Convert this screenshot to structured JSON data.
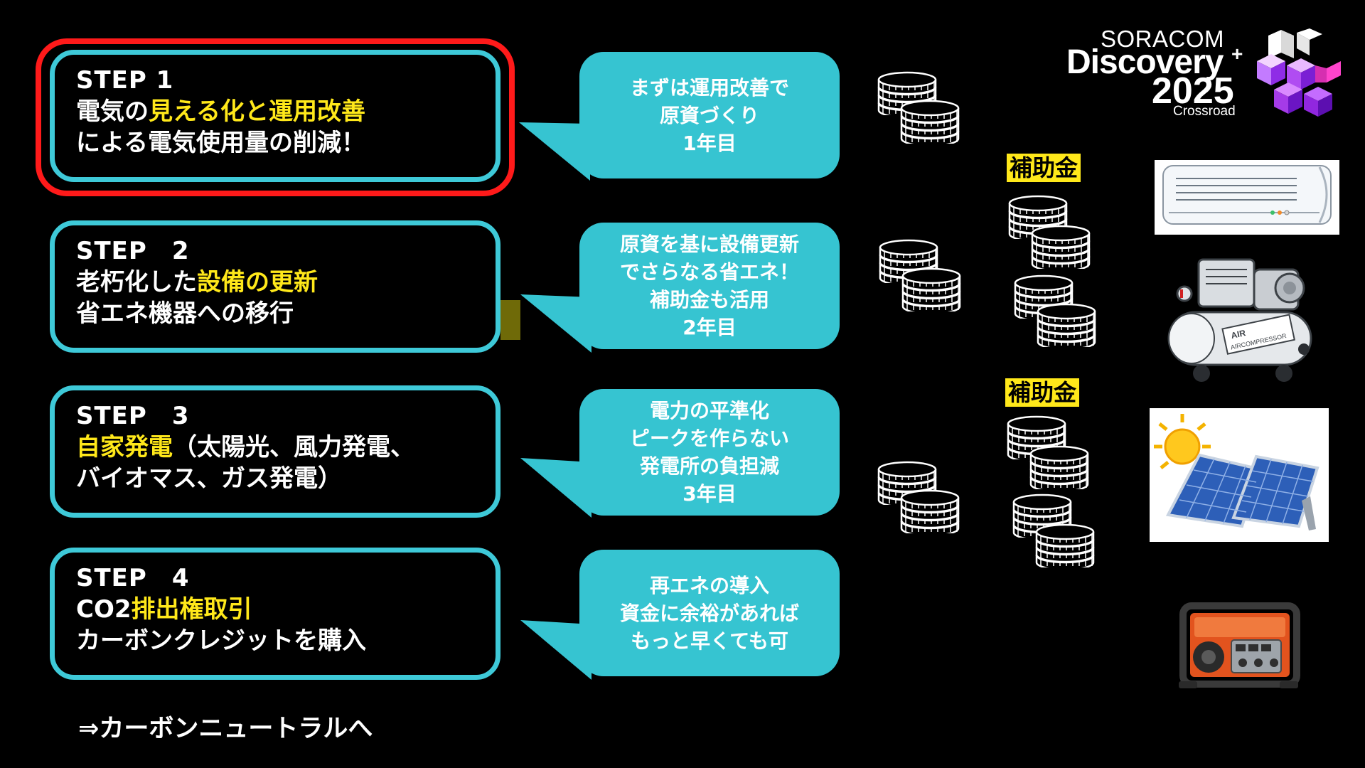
{
  "logo": {
    "brand": "SORACOM",
    "event": "Discovery",
    "plus": "+",
    "year": "2025",
    "theme": "Crossroad"
  },
  "steps": [
    {
      "title": "STEP 1",
      "line1": [
        {
          "text": "電気の",
          "highlight": false
        },
        {
          "text": "見える化と運用改善",
          "highlight": true
        }
      ],
      "line2": [
        {
          "text": "による電気使用量の削減！",
          "highlight": false
        }
      ]
    },
    {
      "title": "STEP　2",
      "line1": [
        {
          "text": "老朽化した",
          "highlight": false
        },
        {
          "text": "設備の更新",
          "highlight": true
        }
      ],
      "line2": [
        {
          "text": "省エネ機器への移行",
          "highlight": false
        }
      ]
    },
    {
      "title": "STEP　3",
      "line1": [
        {
          "text": "自家発電",
          "highlight": true
        },
        {
          "text": "（太陽光、風力発電、",
          "highlight": false
        }
      ],
      "line2": [
        {
          "text": "バイオマス、ガス発電）",
          "highlight": false
        }
      ]
    },
    {
      "title": "STEP　4",
      "line1": [
        {
          "text": "CO2",
          "highlight": false
        },
        {
          "text": "排出権取引",
          "highlight": true
        }
      ],
      "line2": [
        {
          "text": "カーボンクレジットを購入",
          "highlight": false
        }
      ]
    }
  ],
  "bubbles": [
    {
      "lines": [
        "まずは運用改善で",
        "原資づくり",
        "1年目"
      ]
    },
    {
      "lines": [
        "原資を基に設備更新",
        "でさらなる省エネ！",
        "補助金も活用",
        "2年目"
      ]
    },
    {
      "lines": [
        "電力の平準化",
        "ピークを作らない",
        "発電所の負担減",
        "3年目"
      ]
    },
    {
      "lines": [
        "再エネの導入",
        "資金に余裕があれば",
        "もっと早くても可"
      ]
    }
  ],
  "subsidy": {
    "label_1": "補助金",
    "label_2": "補助金"
  },
  "equipment_text": {
    "compressor_label_1": "AIR",
    "compressor_label_2": "AIRCOMPRESSOR"
  },
  "footer": {
    "text": "⇒カーボンニュートラルへ"
  },
  "icons": {
    "coins": "coin-stack-icon",
    "air_conditioner": "air-conditioner-icon",
    "compressor": "air-compressor-icon",
    "solar": "solar-panel-icon",
    "generator": "generator-icon"
  },
  "colors": {
    "background": "#000000",
    "step_border": "#3ec9d8",
    "bubble": "#36c4d1",
    "highlight_text": "#ffe81a",
    "active_frame": "#ff1a1a",
    "subsidy_bg": "#ffe81a"
  },
  "active_step_index": 0
}
